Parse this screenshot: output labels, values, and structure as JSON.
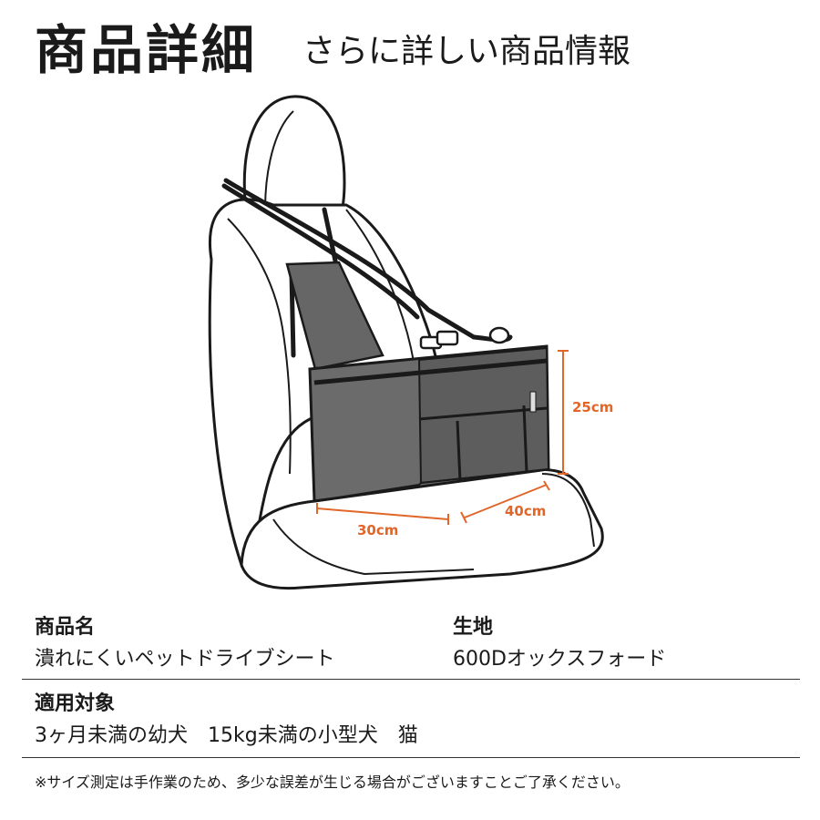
{
  "header": {
    "title": "商品詳細",
    "subtitle": "さらに詳しい商品情報"
  },
  "dimensions": {
    "height_label": "25cm",
    "depth_label": "40cm",
    "width_label": "30cm",
    "accent_color": "#e0662a"
  },
  "specs": {
    "product_name": {
      "label": "商品名",
      "value": "潰れにくいペットドライブシート"
    },
    "fabric": {
      "label": "生地",
      "value": "600Dオックスフォード"
    },
    "target": {
      "label": "適用対象",
      "value": "3ヶ月未満の幼犬　15kg未満の小型犬　猫"
    }
  },
  "footnote": "※サイズ測定は手作業のため、多少な誤差が生じる場合がございますことご了承ください。"
}
